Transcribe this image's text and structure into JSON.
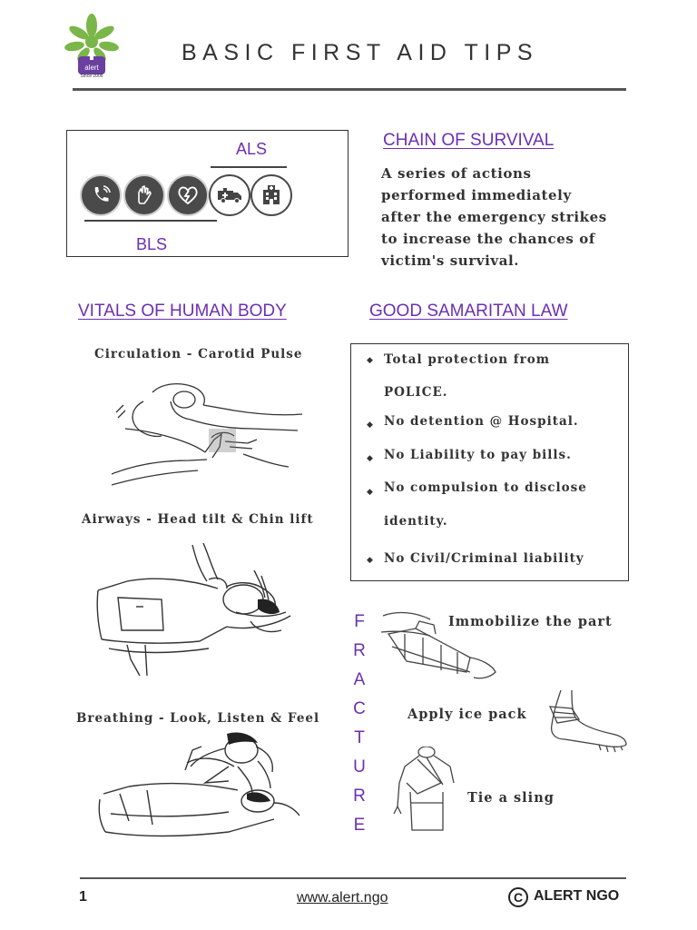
{
  "logo": {
    "text": "alert",
    "sub": "Since 2006"
  },
  "title": "BASIC FIRST AID TIPS",
  "chain": {
    "als": "ALS",
    "bls": "BLS",
    "icons": [
      "phone-icon",
      "hands-icon",
      "heart-shock-icon",
      "ambulance-icon",
      "hospital-icon"
    ],
    "heading": "CHAIN OF SURVIVAL",
    "description": [
      "A  series of actions",
      "performed immediately",
      "after the emergency strikes",
      "to increase the chances of",
      "victim's survival."
    ]
  },
  "vitals": {
    "heading": "VITALS OF HUMAN BODY",
    "items": [
      {
        "caption": "Circulation - Carotid Pulse"
      },
      {
        "caption": "Airways - Head tilt & Chin lift"
      },
      {
        "caption": "Breathing - Look, Listen & Feel"
      }
    ]
  },
  "samaritan": {
    "heading": "GOOD SAMARITAN LAW",
    "lines": [
      "Total protection from",
      "POLICE.",
      "No  detention @ Hospital.",
      "No  Liability to pay bills.",
      "No compulsion to disclose",
      "identity.",
      "No Civil/Criminal liability"
    ]
  },
  "fracture": {
    "letters": [
      "F",
      "R",
      "A",
      "C",
      "T",
      "U",
      "R",
      "E"
    ],
    "steps": [
      "Immobilize the part",
      "Apply ice pack",
      "Tie a sling"
    ]
  },
  "footer": {
    "page": "1",
    "url": "www.alert.ngo",
    "copyright_symbol": "©",
    "org": "ALERT NGO"
  },
  "colors": {
    "accent": "#6b2fb3",
    "logo_green": "#7ab648",
    "logo_purple": "#6b3fa0"
  }
}
